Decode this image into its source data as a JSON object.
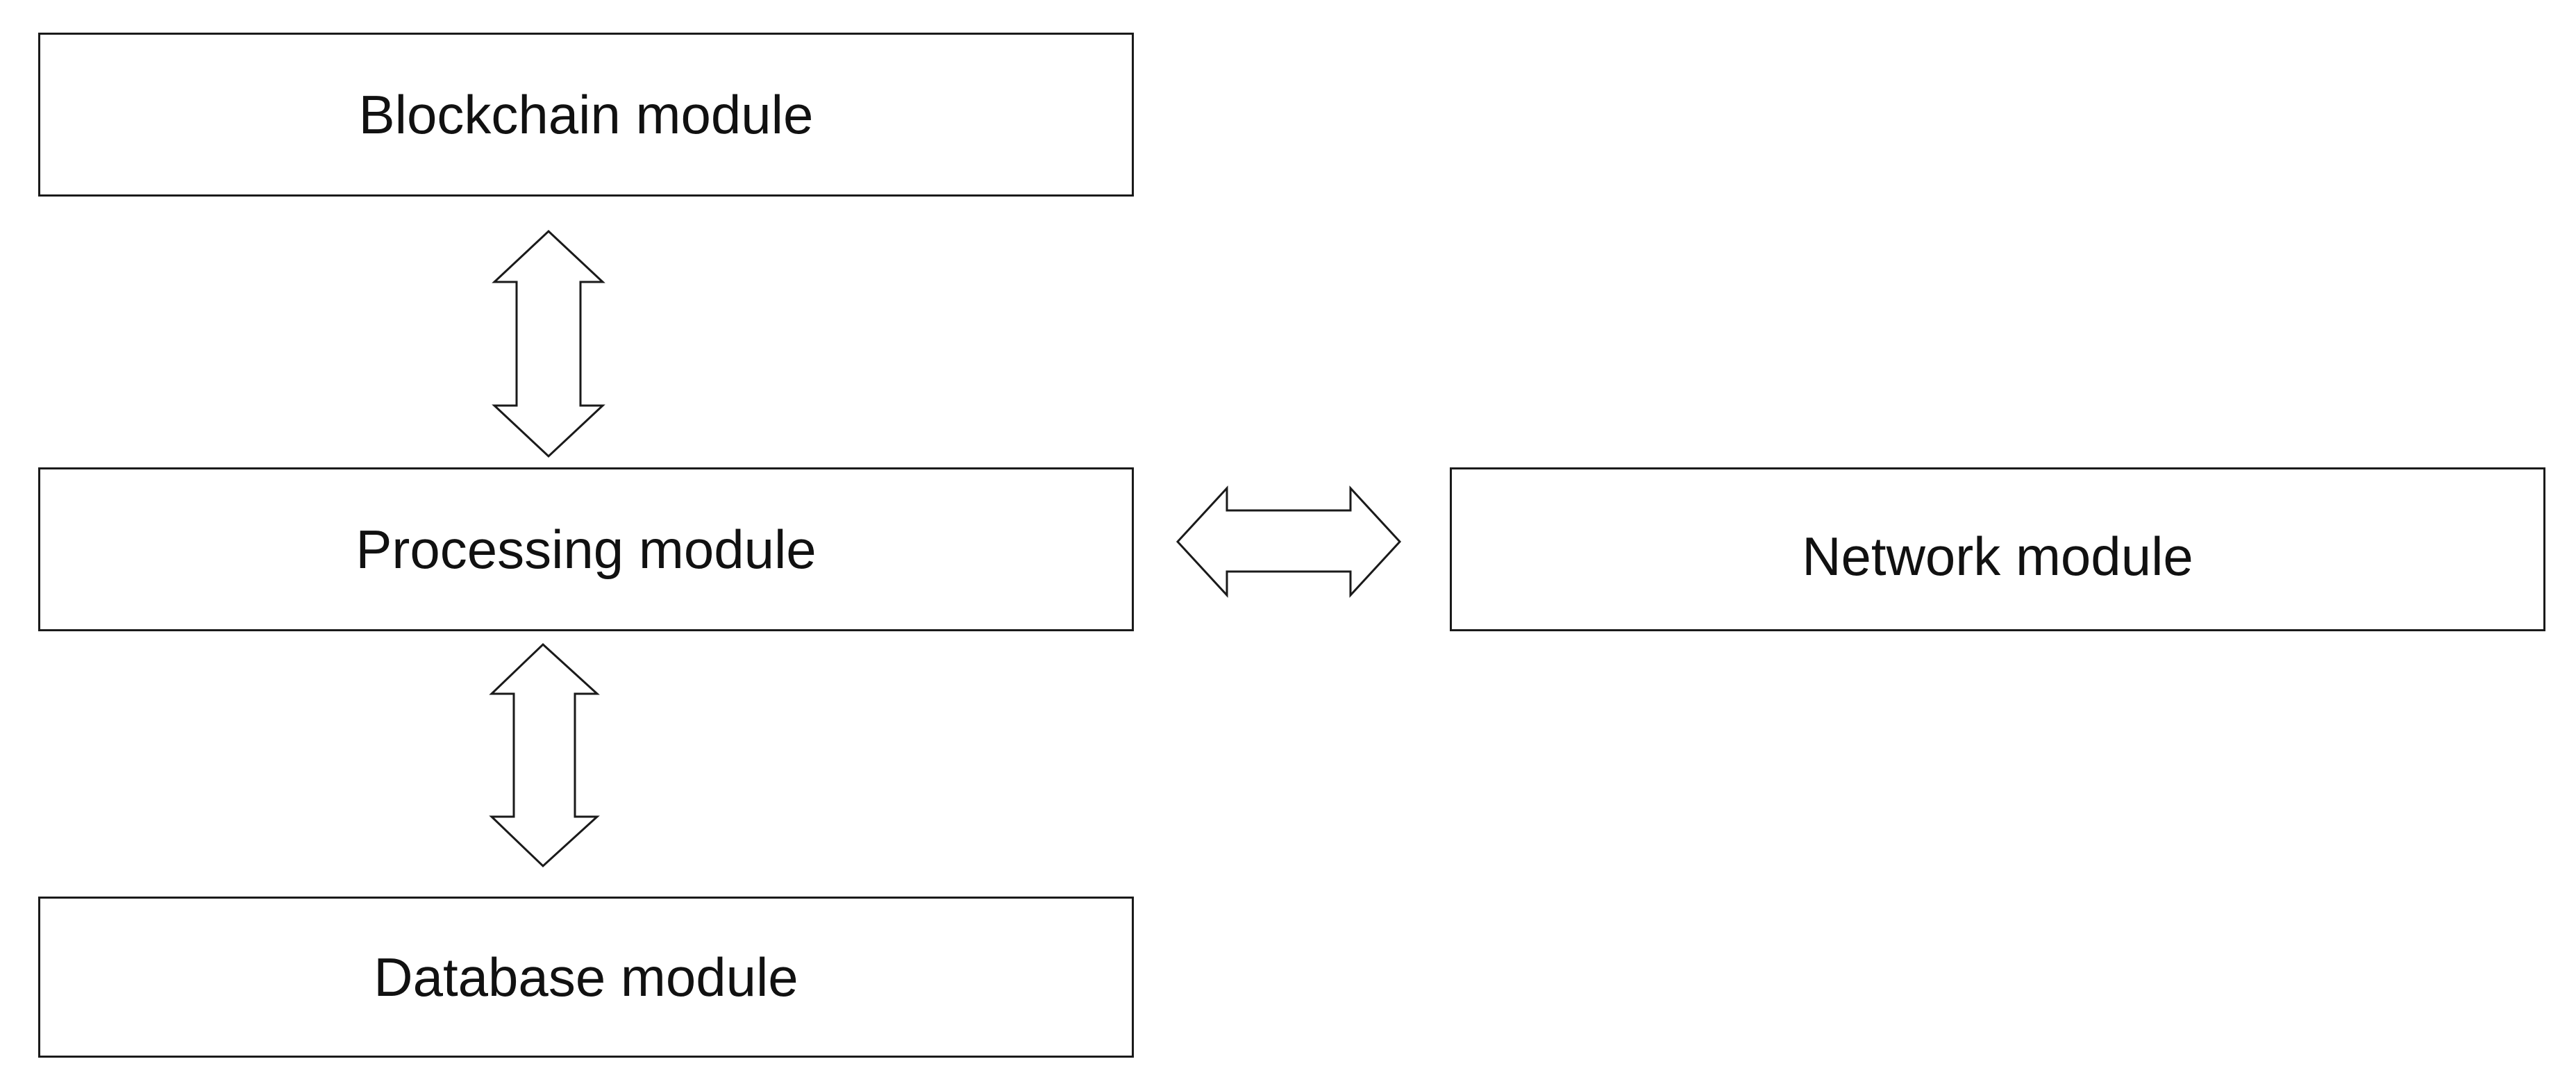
{
  "modules": {
    "blockchain": {
      "label": "Blockchain module"
    },
    "processing": {
      "label": "Processing module"
    },
    "database": {
      "label": "Database module"
    },
    "network": {
      "label": "Network module"
    }
  },
  "connectors": [
    {
      "from": "Blockchain module",
      "to": "Processing module",
      "direction": "bidirectional"
    },
    {
      "from": "Processing module",
      "to": "Database module",
      "direction": "bidirectional"
    },
    {
      "from": "Processing module",
      "to": "Network module",
      "direction": "bidirectional"
    }
  ],
  "colors": {
    "stroke": "#1a1a1a",
    "fill": "#ffffff",
    "text": "#111111"
  }
}
